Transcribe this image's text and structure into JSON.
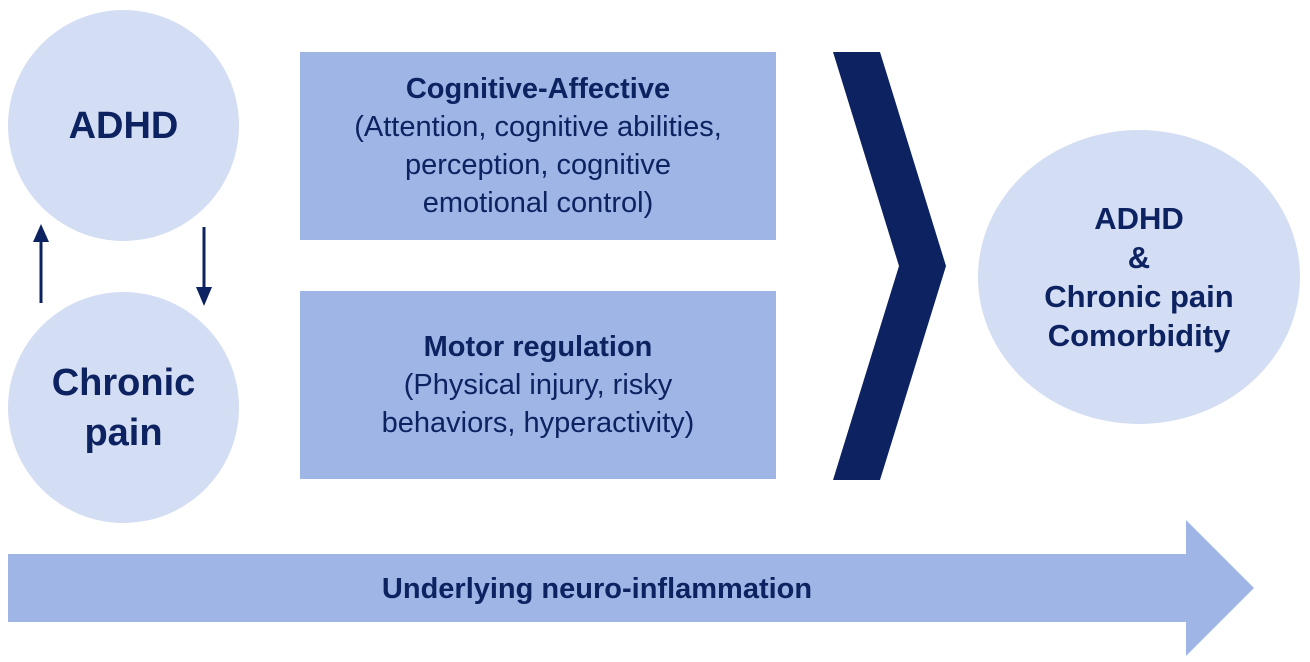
{
  "colors": {
    "circle_fill": "#d3ddf3",
    "box_fill": "#9fb5e6",
    "navy": "#0d2260",
    "arrow_fill": "#9fb5e6"
  },
  "left": {
    "adhd_label": "ADHD",
    "chronic_pain_lines": [
      "Chronic",
      "pain"
    ],
    "up_arrow_icon": "arrow-up-icon",
    "down_arrow_icon": "arrow-down-icon"
  },
  "boxes": {
    "cognitive": {
      "title": "Cognitive-Affective",
      "lines": [
        "(Attention, cognitive abilities,",
        "perception, cognitive",
        "emotional control)"
      ]
    },
    "motor": {
      "title": "Motor regulation",
      "lines": [
        "(Physical injury, risky",
        "behaviors, hyperactivity)"
      ]
    }
  },
  "chevron_icon": "chevron-right-icon",
  "outcome": {
    "lines": [
      "ADHD",
      "&",
      "Chronic pain",
      "Comorbidity"
    ]
  },
  "bottom_arrow": {
    "label": "Underlying neuro-inflammation"
  }
}
